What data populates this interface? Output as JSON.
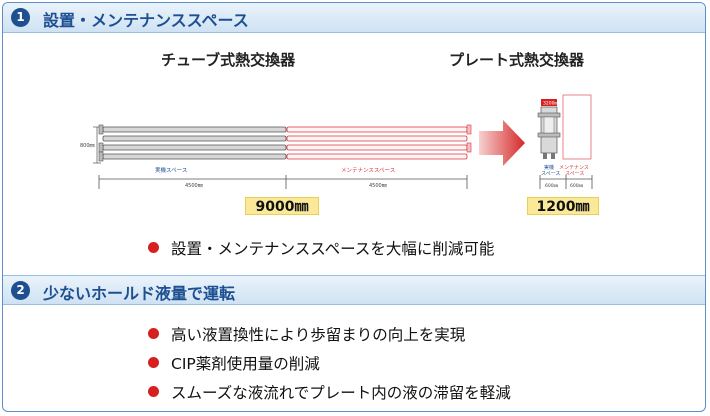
{
  "sections": [
    {
      "number": "1",
      "title": "設置・メンテナンススペース"
    },
    {
      "number": "2",
      "title": "少ないホールド液量で運転"
    }
  ],
  "comparison": {
    "left_title": "チューブ式熱交換器",
    "right_title": "プレート式熱交換器",
    "tube": {
      "height_label": "800㎜",
      "install_label": "実機スペース",
      "maint_label": "メンテナンススペース",
      "install_dim": "4500㎜",
      "maint_dim": "4500㎜",
      "total": "9000㎜"
    },
    "plate": {
      "tag": "3200㎜",
      "install_label_1": "実機",
      "install_label_2": "スペース",
      "maint_label_1": "メンテナンス",
      "maint_label_2": "スペース",
      "install_dim": "600㎜",
      "maint_dim": "600㎜",
      "total": "1200㎜"
    },
    "arrow_icon": "right-arrow-icon"
  },
  "bullets_section1": [
    "設置・メンテナンススペースを大幅に削減可能"
  ],
  "bullets_section2": [
    "高い液置換性により歩留まりの向上を実現",
    "CIP薬剤使用量の削減",
    "スムーズな液流れでプレート内の液の滞留を軽減"
  ],
  "colors": {
    "header_text": "#1d4f91",
    "bullet": "#d62020",
    "tube_maint": "#d9363e",
    "install_text": "#1d4f91",
    "highlight": "#fbe99a"
  }
}
